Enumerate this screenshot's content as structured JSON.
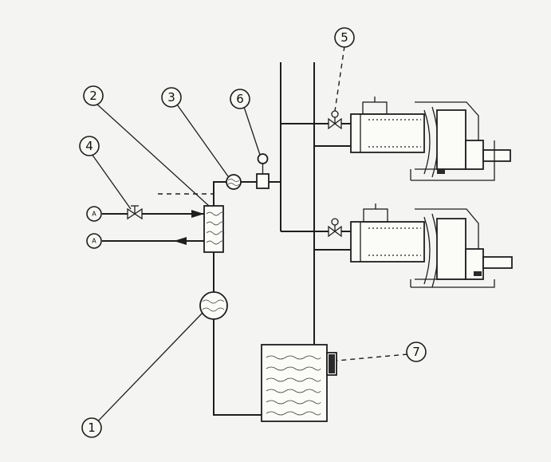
{
  "callouts": [
    {
      "id": "1",
      "label": "1"
    },
    {
      "id": "2",
      "label": "2"
    },
    {
      "id": "3",
      "label": "3"
    },
    {
      "id": "4",
      "label": "4"
    },
    {
      "id": "5",
      "label": "5"
    },
    {
      "id": "6",
      "label": "6"
    },
    {
      "id": "7",
      "label": "7"
    }
  ],
  "ports": [
    {
      "label": "A"
    },
    {
      "label": "A"
    }
  ],
  "colors": {
    "ink": "#1e1e1e",
    "paper": "#f4f4f2"
  }
}
